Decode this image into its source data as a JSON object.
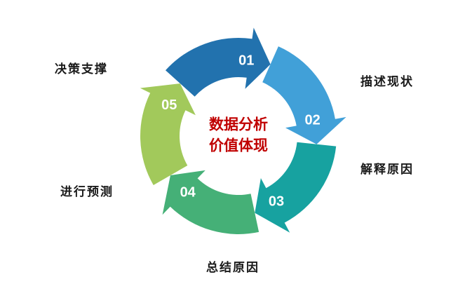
{
  "diagram": {
    "center_title": {
      "line1": "数据分析",
      "line2": "价值体现",
      "color": "#C00000"
    },
    "segments": [
      {
        "number": "01",
        "label": "描述现状",
        "color": "#2272AE"
      },
      {
        "number": "02",
        "label": "解释原因",
        "color": "#41A0D8"
      },
      {
        "number": "03",
        "label": "总结原因",
        "color": "#17A2A0"
      },
      {
        "number": "04",
        "label": "进行预测",
        "color": "#45B077"
      },
      {
        "number": "05",
        "label": "决策支撑",
        "color": "#A2C95B"
      }
    ]
  }
}
